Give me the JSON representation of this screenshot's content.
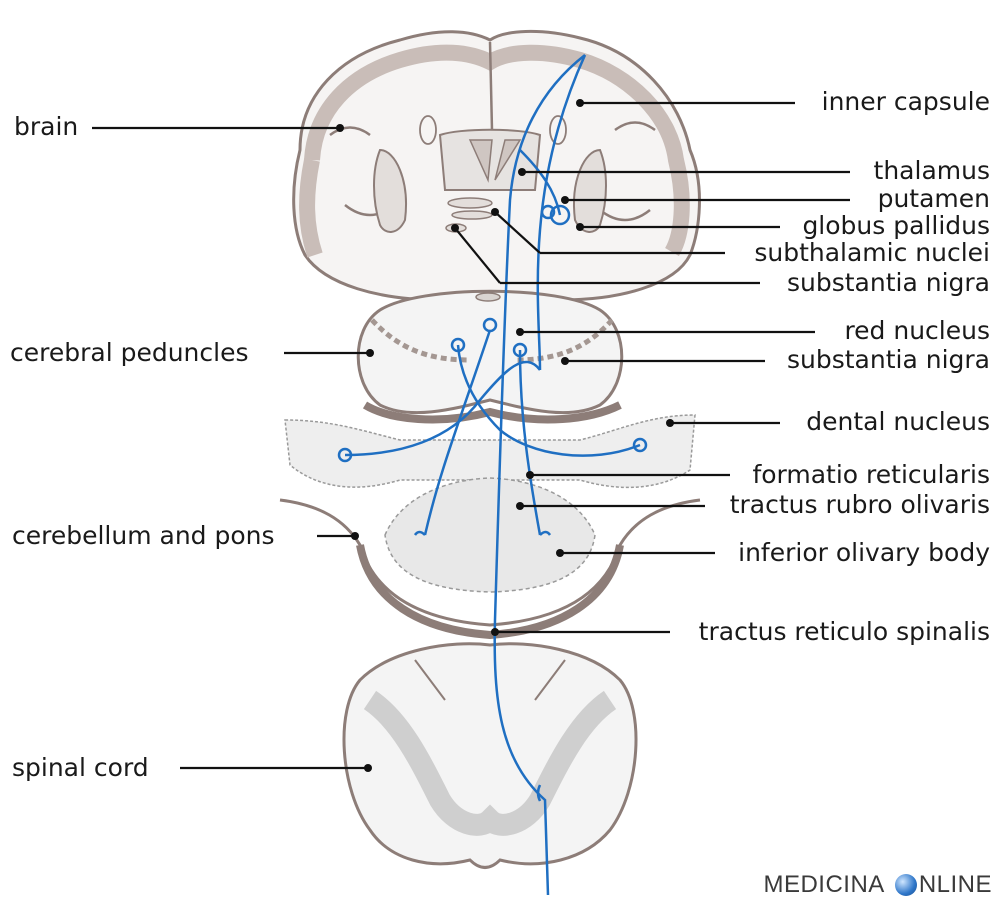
{
  "labels": {
    "brain": "brain",
    "cerebral_peduncles": "cerebral peduncles",
    "cerebellum_and_pons": "cerebellum and pons",
    "spinal_cord": "spinal cord",
    "inner_capsule": "inner capsule",
    "thalamus": "thalamus",
    "putamen": "putamen",
    "globus_pallidus": "globus pallidus",
    "subthalamic_nuclei": "subthalamic nuclei",
    "substantia_nigra_1": "substantia nigra",
    "red_nucleus": "red nucleus",
    "substantia_nigra_2": "substantia nigra",
    "dental_nucleus": "dental nucleus",
    "formatio_reticularis": "formatio reticularis",
    "tractus_rubro_olivaris": "tractus rubro olivaris",
    "inferior_olivary_body": "inferior olivary body",
    "tractus_reticulo_spinalis": "tractus reticulo spinalis"
  },
  "watermark": {
    "left": "MEDICINA",
    "right": "NLINE"
  },
  "colors": {
    "outline": "#8d7d78",
    "cortex": "#c9bdb8",
    "tissue": "#f3f3f3",
    "tract": "#1f6fc2",
    "leader": "#111111"
  }
}
